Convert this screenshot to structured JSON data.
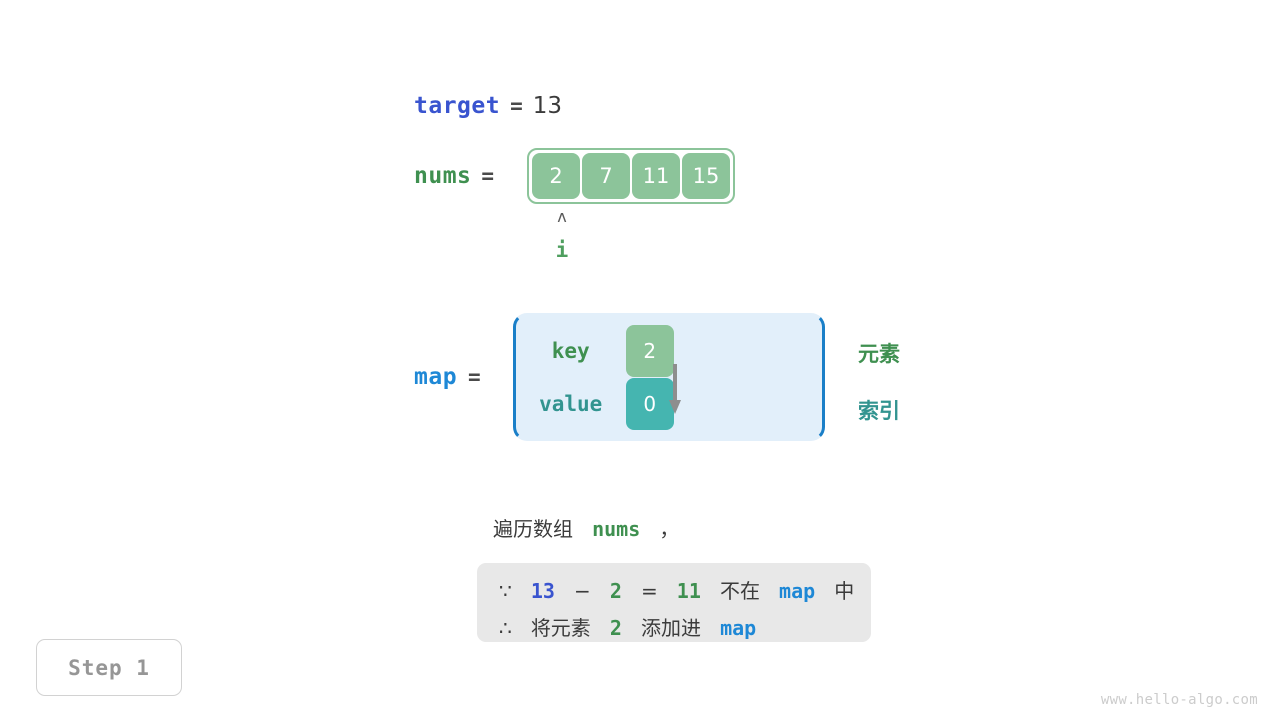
{
  "target": {
    "name": "target",
    "equals": "=",
    "value": "13"
  },
  "nums": {
    "name": "nums",
    "equals": "=",
    "cells": [
      "2",
      "7",
      "11",
      "15"
    ],
    "pointer": {
      "caret": "ʌ",
      "label": "i",
      "index": 0
    }
  },
  "map": {
    "name": "map",
    "equals": "=",
    "key_label": "key",
    "value_label": "value",
    "key_cell": "2",
    "value_cell": "0",
    "arrow": "down-arrow-icon"
  },
  "annotations": {
    "element": "元素",
    "index": "索引"
  },
  "explanation": {
    "prefix": "遍历数组",
    "code": "nums",
    "suffix": "，"
  },
  "reason": {
    "line1": {
      "symbol": "∵",
      "a": "13",
      "minus": "−",
      "b": "2",
      "equals": "=",
      "result": "11",
      "text": "不在",
      "map": "map",
      "tail": "中"
    },
    "line2": {
      "symbol": "∴",
      "text1": "将元素",
      "value": "2",
      "text2": "添加进",
      "map": "map"
    }
  },
  "step": {
    "label": "Step 1"
  },
  "watermark": {
    "text": "www.hello-algo.com"
  },
  "colors": {
    "target_blue": "#3954cf",
    "map_blue": "#1e88d6",
    "green": "#3f9050",
    "cell_green": "#8cc49a",
    "teal": "#45b5b0",
    "map_box_fill": "#e2effa",
    "map_box_border": "#1a7fc8",
    "reason_box_fill": "#e8e8e8",
    "step_text": "#969696"
  }
}
